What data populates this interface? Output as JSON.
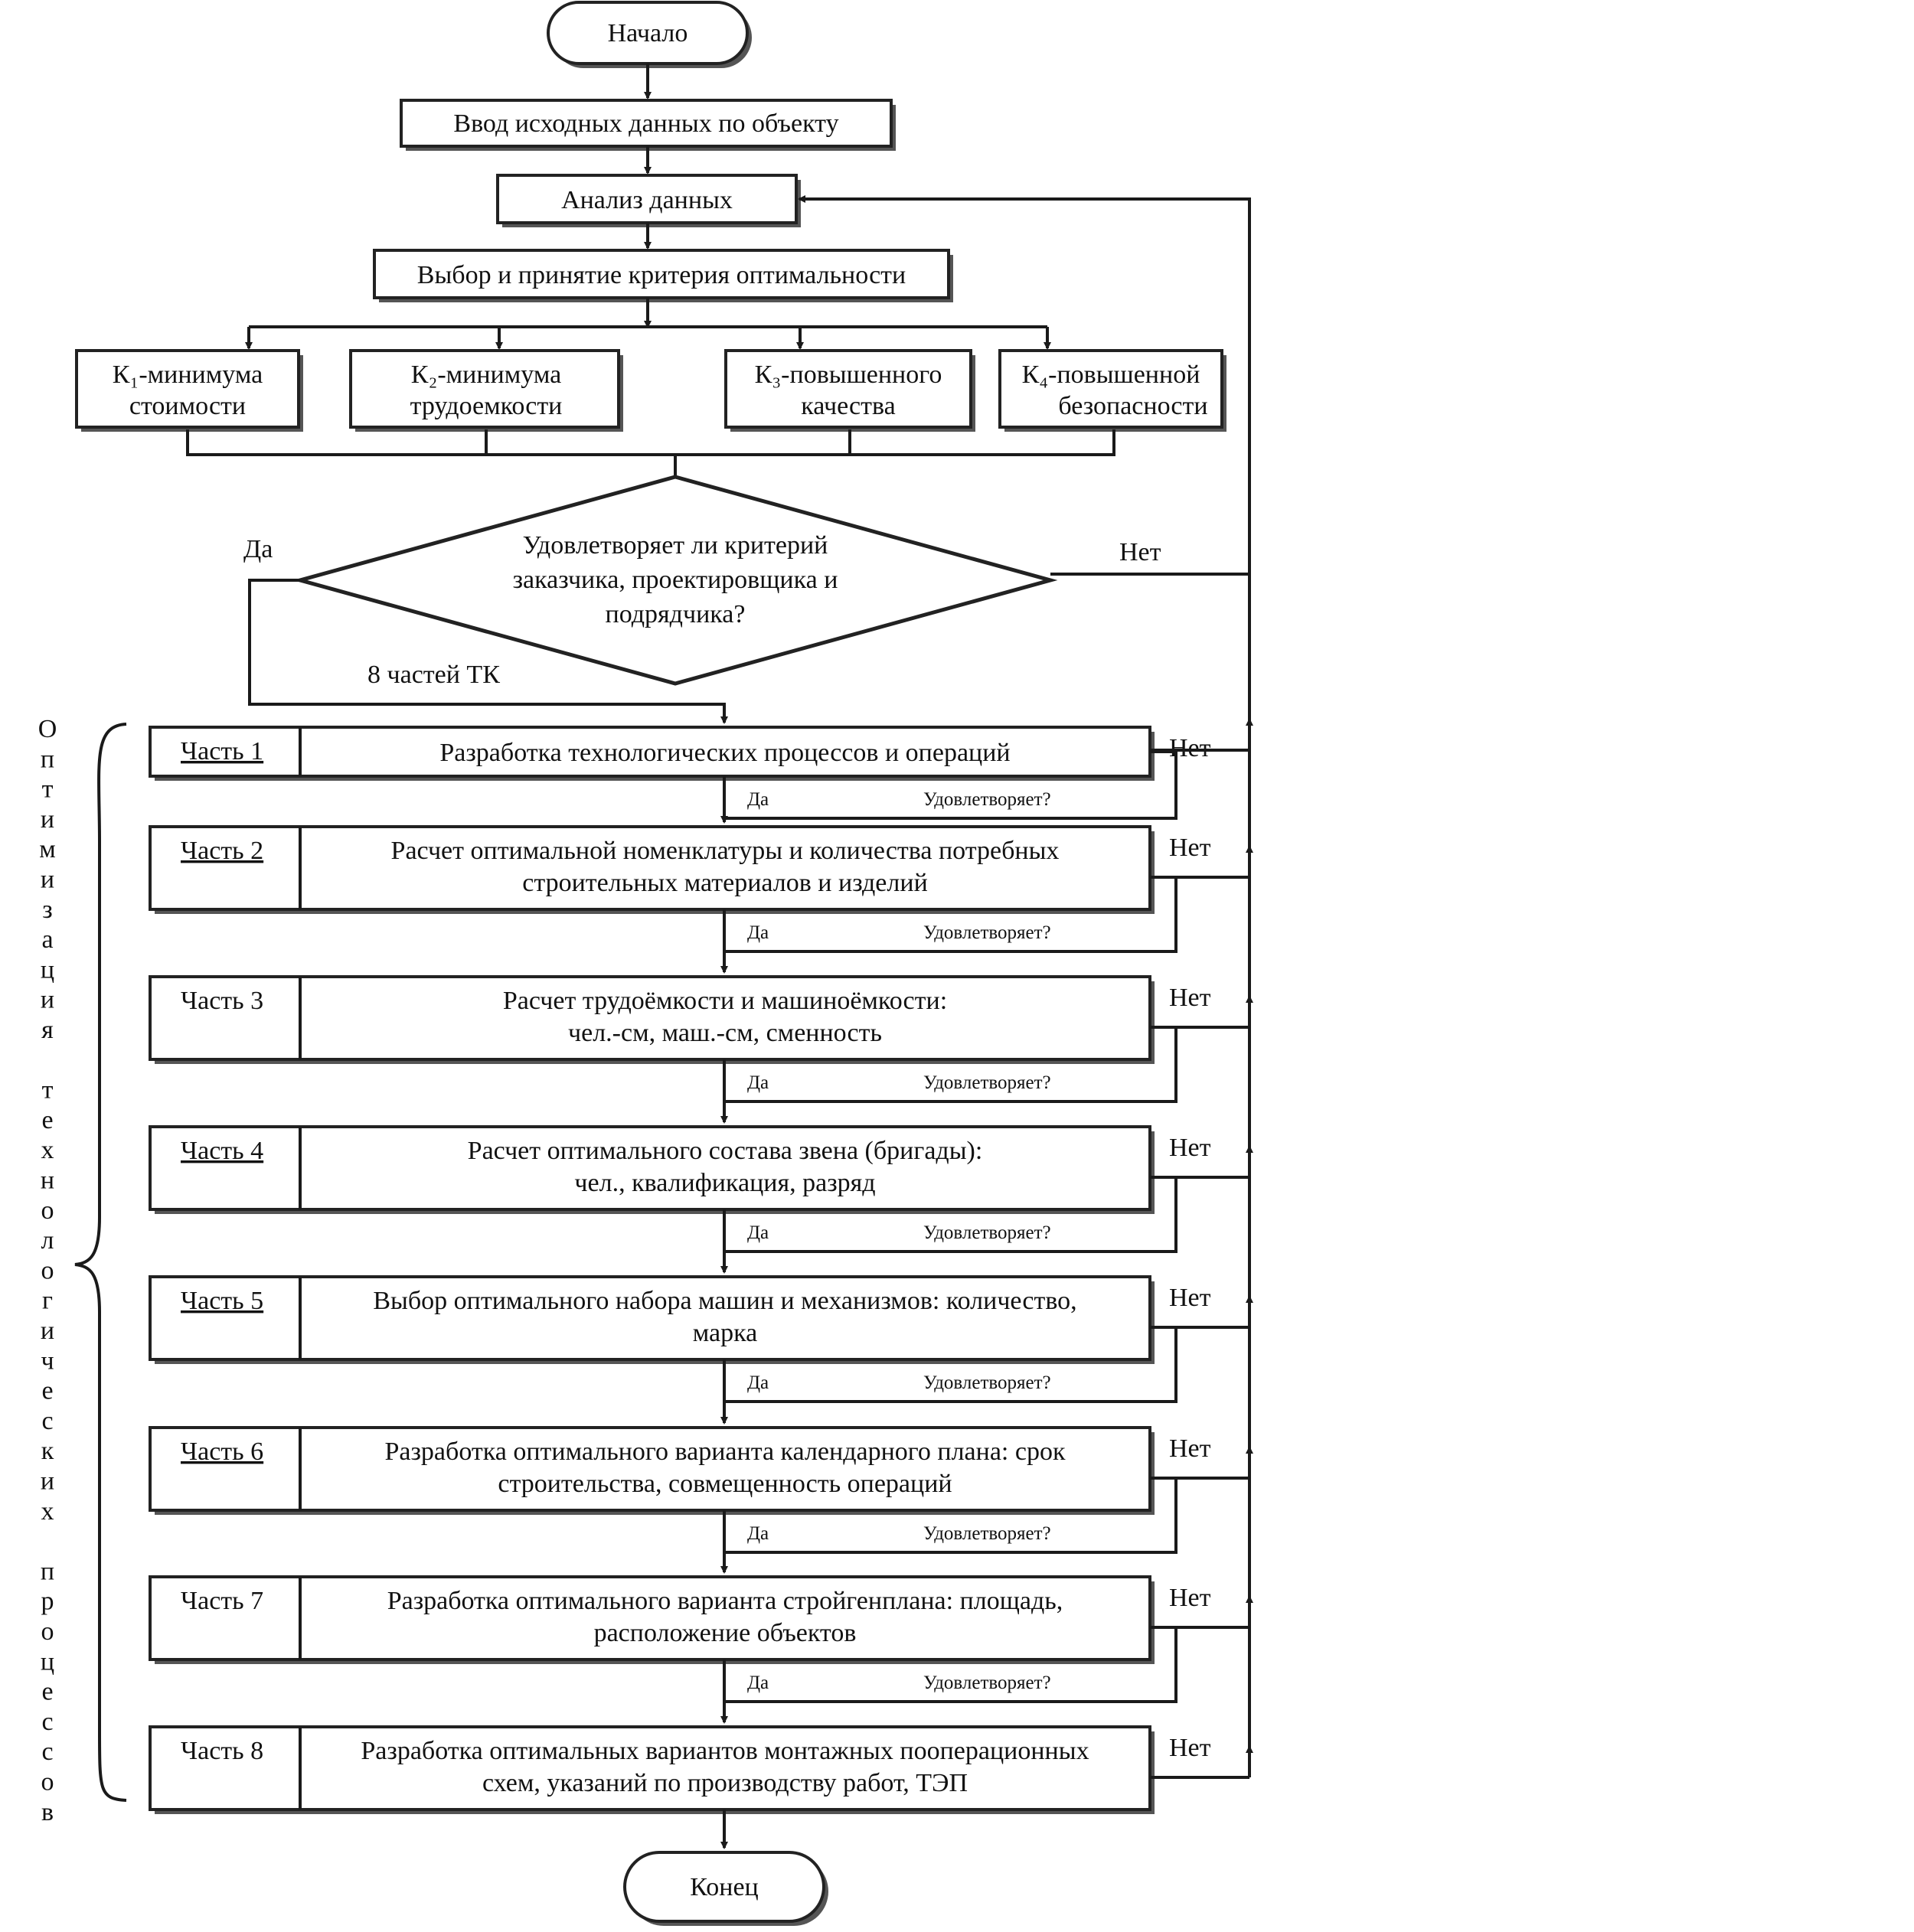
{
  "start": "Начало",
  "end": "Конец",
  "input_step": "Ввод исходных данных по объекту",
  "analysis_step": "Анализ данных",
  "criterion_step": "Выбор и принятие критерия оптимальности",
  "criteria": [
    {
      "line1": "К₁-минимума",
      "line2": "стоимости"
    },
    {
      "line1": "К₂-минимума",
      "line2": "трудоемкости"
    },
    {
      "line1": "К₃-повышенного",
      "line2": "качества"
    },
    {
      "line1": "К₄-повышенной",
      "line2": "безопасности"
    }
  ],
  "decision": {
    "line1": "Удовлетворяет ли критерий",
    "line2": "заказчика, проектировщика и",
    "line3": "подрядчика?",
    "yes": "Да",
    "no": "Нет"
  },
  "parts_count_label": "8 частей ТК",
  "side_label": "Оптимизация технологических процессов",
  "loop": {
    "yes": "Да",
    "no": "Нет",
    "question": "Удовлетворяет?"
  },
  "parts": [
    {
      "label": "Часть 1",
      "line1": "Разработка технологических процессов и операций",
      "line2": ""
    },
    {
      "label": "Часть 2",
      "line1": "Расчет оптимальной номенклатуры и количества потребных",
      "line2": "строительных материалов и изделий"
    },
    {
      "label": "Часть 3",
      "line1": "Расчет трудоёмкости и машиноёмкости:",
      "line2": "чел.-см, маш.-см, сменность"
    },
    {
      "label": "Часть 4",
      "line1": "Расчет оптимального состава звена (бригады):",
      "line2": "чел., квалификация, разряд"
    },
    {
      "label": "Часть 5",
      "line1": "Выбор оптимального набора машин и механизмов: количество,",
      "line2": "марка"
    },
    {
      "label": "Часть 6",
      "line1": "Разработка оптимального варианта календарного плана: срок",
      "line2": "строительства, совмещенность операций"
    },
    {
      "label": "Часть 7",
      "line1": "Разработка оптимального варианта стройгенплана: площадь,",
      "line2": "расположение объектов"
    },
    {
      "label": "Часть 8",
      "line1": "Разработка оптимальных вариантов монтажных пооперационных",
      "line2": "схем, указаний по производству работ, ТЭП"
    }
  ]
}
